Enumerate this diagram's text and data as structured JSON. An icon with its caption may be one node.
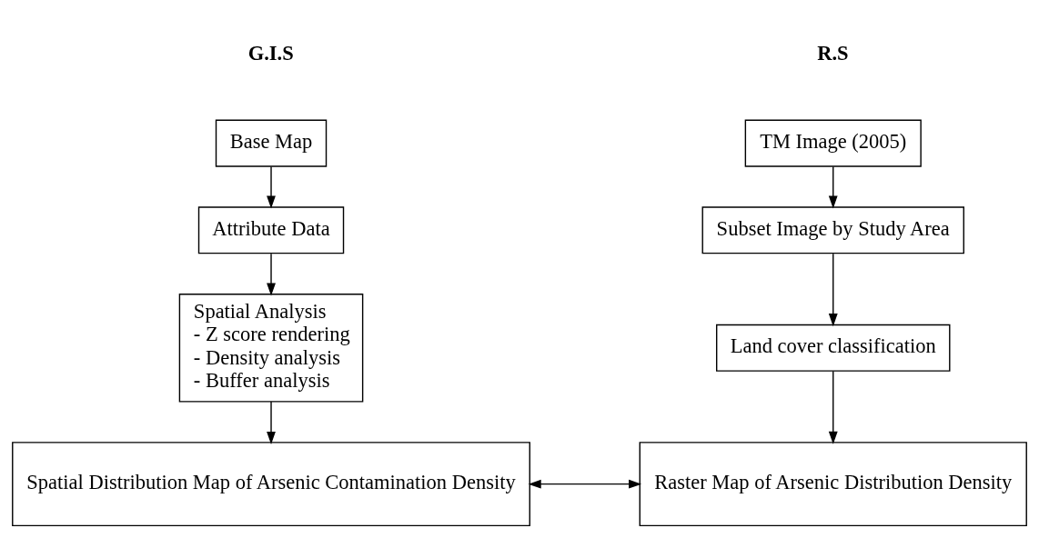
{
  "diagram": {
    "nodes": [
      {
        "text": [
          "Base Map"
        ]
      },
      {
        "text": [
          "Attribute Data"
        ]
      },
      {
        "text": [
          "Spatial Analysis",
          "- Z score rendering",
          "- Density analysis",
          "- Buffer analysis"
        ]
      },
      {
        "text": [
          "Spatial Distribution Map of Arsenic Contamination Density"
        ]
      },
      {
        "text": [
          "TM Image (2005)"
        ]
      },
      {
        "text": [
          "Subset Image by Study Area"
        ]
      },
      {
        "text": [
          "Land cover classification"
        ]
      },
      {
        "text": [
          "Raster Map of Arsenic Distribution Density"
        ]
      }
    ],
    "edges": [
      {
        "from": 0,
        "to": 1,
        "arrow": "to"
      },
      {
        "from": 1,
        "to": 2,
        "arrow": "to"
      },
      {
        "from": 2,
        "to": 3,
        "arrow": "to"
      },
      {
        "from": 4,
        "to": 5,
        "arrow": "to"
      },
      {
        "from": 5,
        "to": 6,
        "arrow": "to"
      },
      {
        "from": 6,
        "to": 7,
        "arrow": "to"
      },
      {
        "from": 3,
        "to": 7,
        "arrow": "both"
      }
    ],
    "labels": [
      "G.I.S",
      "R.S"
    ]
  }
}
